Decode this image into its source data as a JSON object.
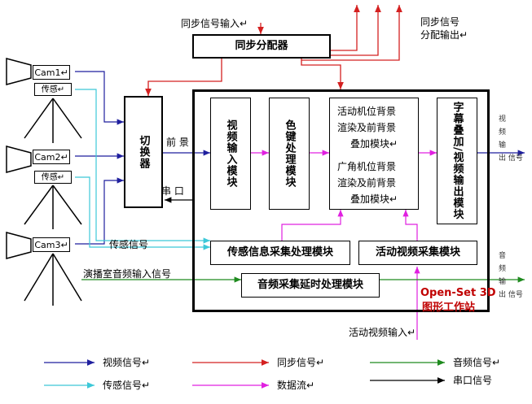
{
  "sync_in_label": "同步信号输入↵",
  "sync_out_label_1": "同步信号",
  "sync_out_label_2": "分配输出↵",
  "sync_distributor": "同步分配器",
  "cams": [
    "Cam1↵",
    "Cam2↵",
    "Cam3↵"
  ],
  "sensor_tag": "传感↵",
  "switcher": "切换器",
  "front_label": "前 景",
  "serial_label": "串 口",
  "modules": {
    "video_input": "视频输入模块",
    "color_key": "色键处理模块",
    "active_bg_1": "活动机位背景",
    "active_bg_2": "渲染及前背景",
    "active_bg_3": "叠加模块↵",
    "wide_bg_1": "广角机位背景",
    "wide_bg_2": "渲染及前背景",
    "wide_bg_3": "叠加模块↵",
    "caption": "字幕叠加/视频输出模块",
    "sensor_proc": "传感信息采集处理模块",
    "active_video": "活动视频采集模块",
    "audio_proc": "音频采集延时处理模块"
  },
  "sensor_signal_label": "传感信号",
  "studio_audio_label": "演播室音频输入信号",
  "video_out_label": [
    "视",
    "频",
    "输",
    "出",
    "信号"
  ],
  "audio_out_label": [
    "音",
    "频",
    "输",
    "出",
    "信号"
  ],
  "brand_1": "Open-Set 3D",
  "brand_2": "图形工作站",
  "active_video_in": "活动视频输入↵",
  "legend": [
    {
      "label": "视频信号↵",
      "color": "#1f1f9e"
    },
    {
      "label": "同步信号↵",
      "color": "#d42020"
    },
    {
      "label": "音频信号↵",
      "color": "#1e8a1e"
    },
    {
      "label": "传感信号↵",
      "color": "#3cc8d8"
    },
    {
      "label": "数据流↵",
      "color": "#e020e0"
    },
    {
      "label": "串口信号",
      "color": "#000000"
    }
  ]
}
